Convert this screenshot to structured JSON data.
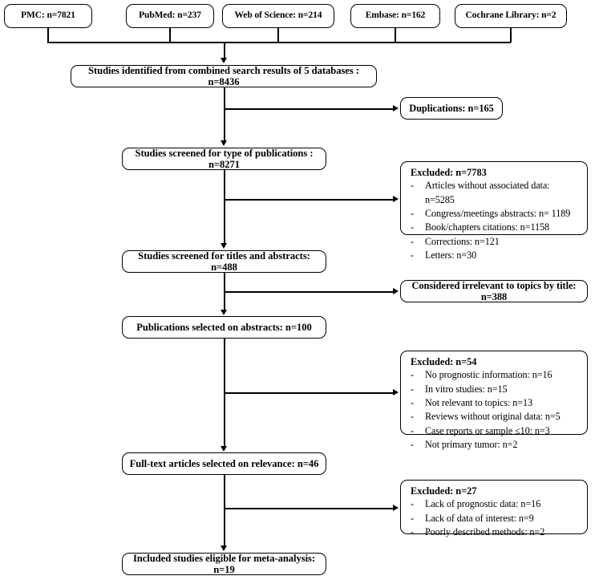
{
  "diagram": {
    "title": "PRISMA study selection flow diagram",
    "type": "flowchart",
    "line_color": "#000000",
    "box_fill": "#ffffff",
    "sources": [
      {
        "label": "PMC: n=7821"
      },
      {
        "label": "PubMed: n=237"
      },
      {
        "label": "Web of Science: n=214"
      },
      {
        "label": "Embase: n=162"
      },
      {
        "label": "Cochrane Library: n=2"
      }
    ],
    "main_steps": [
      {
        "label": "Studies identified from combined search results of 5 databases : n=8436"
      },
      {
        "label": "Studies screened for type of publications : n=8271"
      },
      {
        "label": "Studies screened for titles and abstracts: n=488"
      },
      {
        "label": "Publications selected on abstracts: n=100"
      },
      {
        "label": "Full-text articles selected on relevance: n=46"
      },
      {
        "label": "Included studies eligible for meta-analysis: n=19"
      }
    ],
    "side_simple": [
      {
        "label": "Duplications: n=165"
      },
      {
        "label": "Considered irrelevant to topics by title: n=388"
      }
    ],
    "exclusions": [
      {
        "title": "Excluded: n=7783",
        "bullet": "-",
        "items": [
          "Articles without associated data: n=5285",
          "Congress/meetings abstracts: n= 1189",
          "Book/chapters citations: n=1158",
          "Corrections: n=121",
          "Letters: n=30"
        ]
      },
      {
        "title": "Excluded: n=54",
        "bullet": "-",
        "items": [
          "No prognostic information: n=16",
          "In vitro studies: n=15",
          "Not relevant to topics: n=13",
          "Reviews without original data: n=5",
          "Case reports or sample ≤10: n=3",
          "Not primary tumor: n=2"
        ]
      },
      {
        "title": "Excluded: n=27",
        "bullet": "-",
        "items": [
          "Lack of prognostic data: n=16",
          "Lack of data of interest: n=9",
          "Poorly described methods: n=2"
        ]
      }
    ]
  }
}
